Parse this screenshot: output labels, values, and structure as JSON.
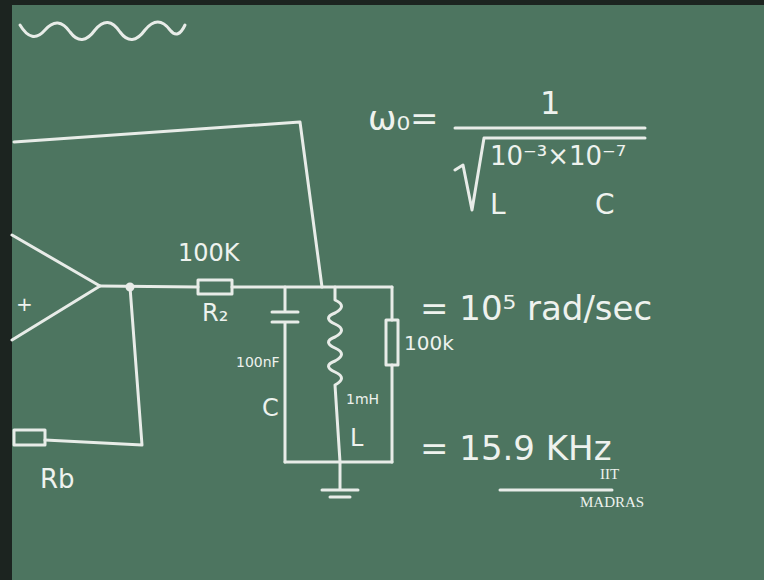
{
  "diagram": {
    "labels": [
      "100K",
      "R₂",
      "100nF",
      "C",
      "1mH",
      "L",
      "100k",
      "Rb",
      "+",
      "ω₀=",
      "1",
      "10⁻³×10⁻⁷",
      "L",
      "C",
      "= 10⁵ rad/sec",
      "= 15.9 KHz",
      "IIT",
      "MADRAS"
    ]
  }
}
